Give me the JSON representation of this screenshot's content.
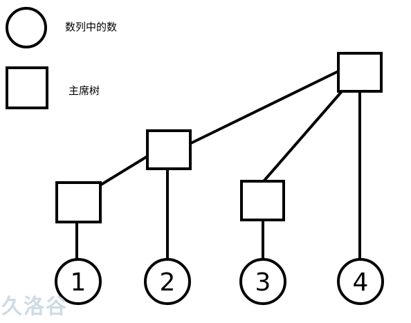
{
  "legend": {
    "circle_label": "数列中的数",
    "square_label": "主席树"
  },
  "leaves": [
    "1",
    "2",
    "3",
    "4"
  ],
  "watermark": "久洛谷",
  "colors": {
    "stroke": "#000000",
    "background": "#ffffff",
    "watermark": "#cddbe6"
  }
}
